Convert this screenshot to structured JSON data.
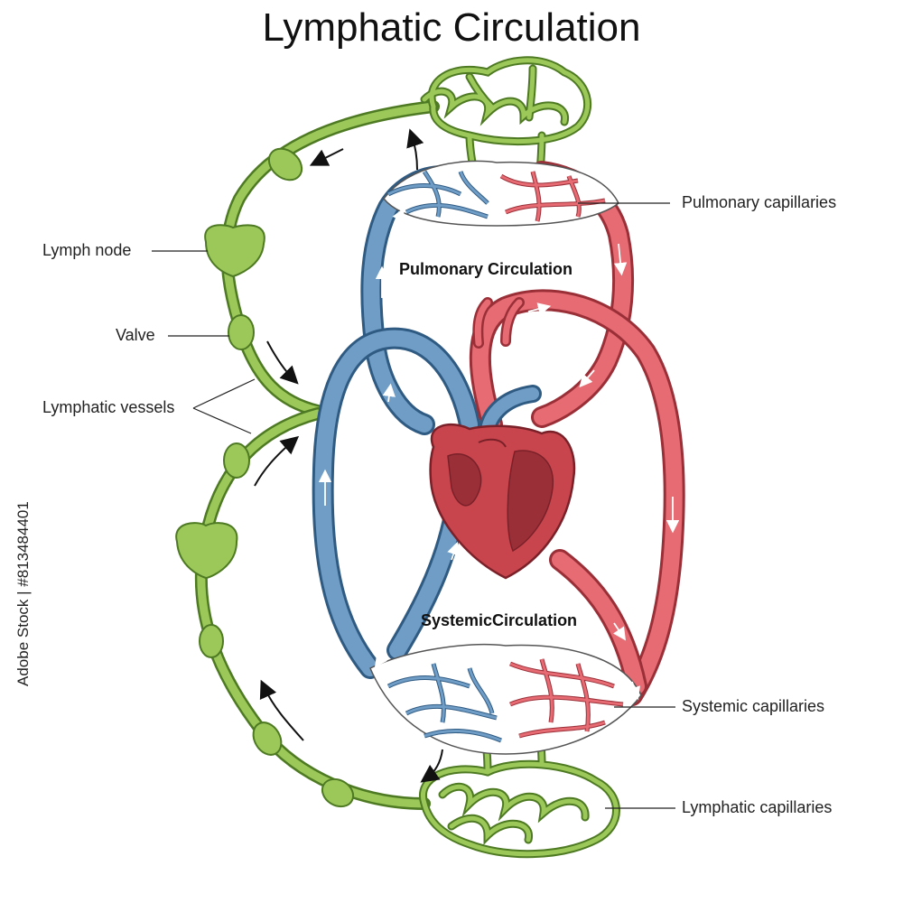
{
  "title": "Lymphatic Circulation",
  "labels": {
    "pulmonary_capillaries": "Pulmonary capillaries",
    "lymph_node": "Lymph node",
    "valve": "Valve",
    "lymphatic_vessels": "Lymphatic vessels",
    "systemic_capillaries": "Systemic capillaries",
    "lymphatic_capillaries": "Lymphatic capillaries",
    "pulmonary_circulation": "Pulmonary Circulation",
    "systemic_circulation": "SystemicCirculation"
  },
  "watermark_side": "Adobe Stock | #813484401",
  "colors": {
    "lymph": "#9cc85a",
    "lymph_dark": "#4d7a22",
    "vein": "#6f9dc6",
    "vein_dark": "#2f5a82",
    "artery": "#e66b73",
    "artery_dark": "#9a2f38",
    "heart": "#c9454d"
  }
}
